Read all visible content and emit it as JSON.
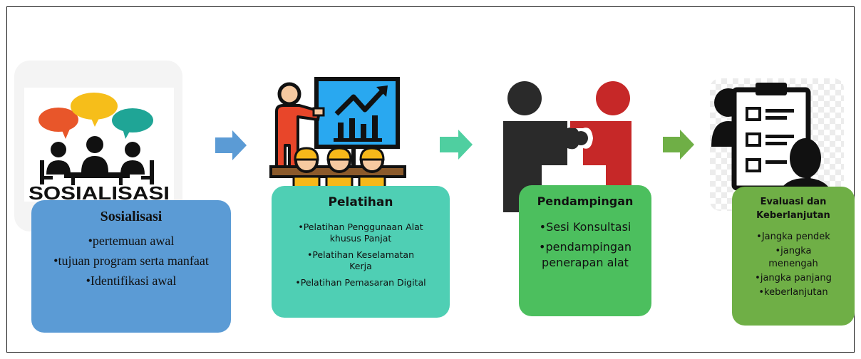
{
  "colors": {
    "step1": "#5B9BD5",
    "step2": "#4FCFB4",
    "step3": "#4CBF5E",
    "step4": "#6FAF46",
    "arrow1": "#5B9BD5",
    "arrow2": "#4FCFA0",
    "arrow3": "#4CBF5E",
    "arrow4": "#6FAF46"
  },
  "steps": [
    {
      "icon": "meeting-icon",
      "icon_caption": "SOSIALISASI",
      "title": "Sosialisasi",
      "bullets": [
        "pertemuan awal",
        "tujuan program serta manfaat",
        "Identifikasi awal"
      ]
    },
    {
      "icon": "training-presentation-icon",
      "title": "Pelatihan",
      "bullets": [
        "Pelatihan Penggunaan Alat khusus Panjat",
        "Pelatihan Keselamatan Kerja",
        "Pelatihan Pemasaran Digital"
      ]
    },
    {
      "icon": "puzzle-handshake-icon",
      "title": "Pendampingan",
      "bullets": [
        "Sesi Konsultasi",
        "pendampingan penerapan alat"
      ]
    },
    {
      "icon": "evaluation-clipboard-icon",
      "title": "Evaluasi dan Keberlanjutan",
      "bullets": [
        "Jangka pendek",
        "jangka menengah",
        "jangka panjang",
        "keberlanjutan"
      ]
    }
  ]
}
